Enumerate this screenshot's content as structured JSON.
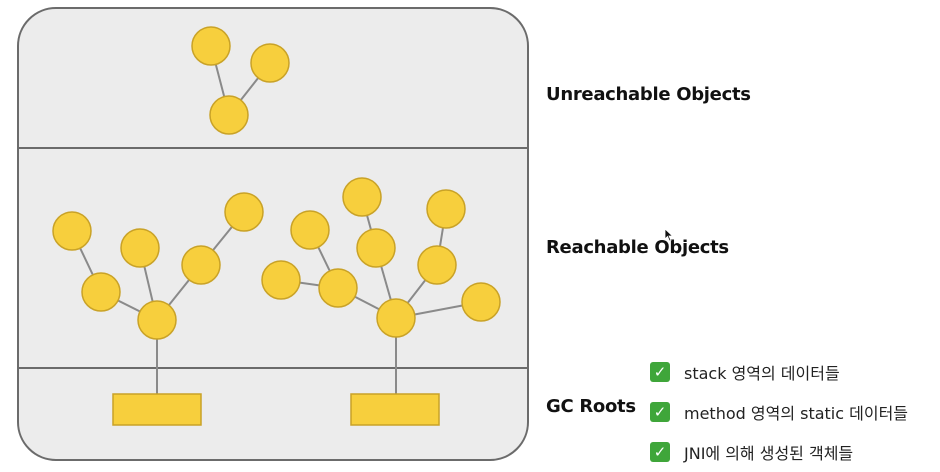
{
  "labels": {
    "unreachable": "Unreachable Objects",
    "reachable": "Reachable Objects",
    "gc_roots": "GC Roots"
  },
  "gc_roots_items": [
    {
      "icon": "check-icon",
      "text": "stack 영역의  데이터들"
    },
    {
      "icon": "check-icon",
      "text": "method 영역의 static 데이터들"
    },
    {
      "icon": "check-icon",
      "text": "JNI에 의해 생성된 객체들"
    }
  ],
  "colors": {
    "node_fill": "#f7cf3d",
    "node_stroke": "#c9a227",
    "edge": "#8a8a8a",
    "frame": "#6b6b6b",
    "frame_bg": "#ececec",
    "check": "#3fa63a"
  }
}
